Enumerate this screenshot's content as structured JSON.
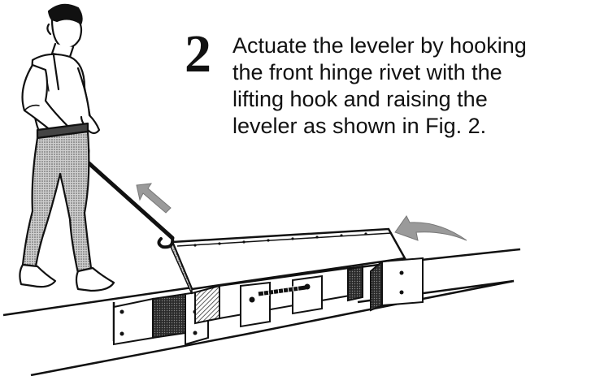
{
  "step": {
    "number": "2",
    "lines": [
      "Actuate the leveler by hooking",
      "the front hinge rivet with the",
      "lifting hook and raising the",
      "leveler as shown in Fig. 2."
    ]
  },
  "colors": {
    "ink": "#111111",
    "arrow": "#9a9a9a",
    "shading": "#7a7a7a"
  },
  "icons": [
    "person-figure",
    "lifting-hook",
    "dock-leveler",
    "bumper-block",
    "motion-arrow"
  ]
}
